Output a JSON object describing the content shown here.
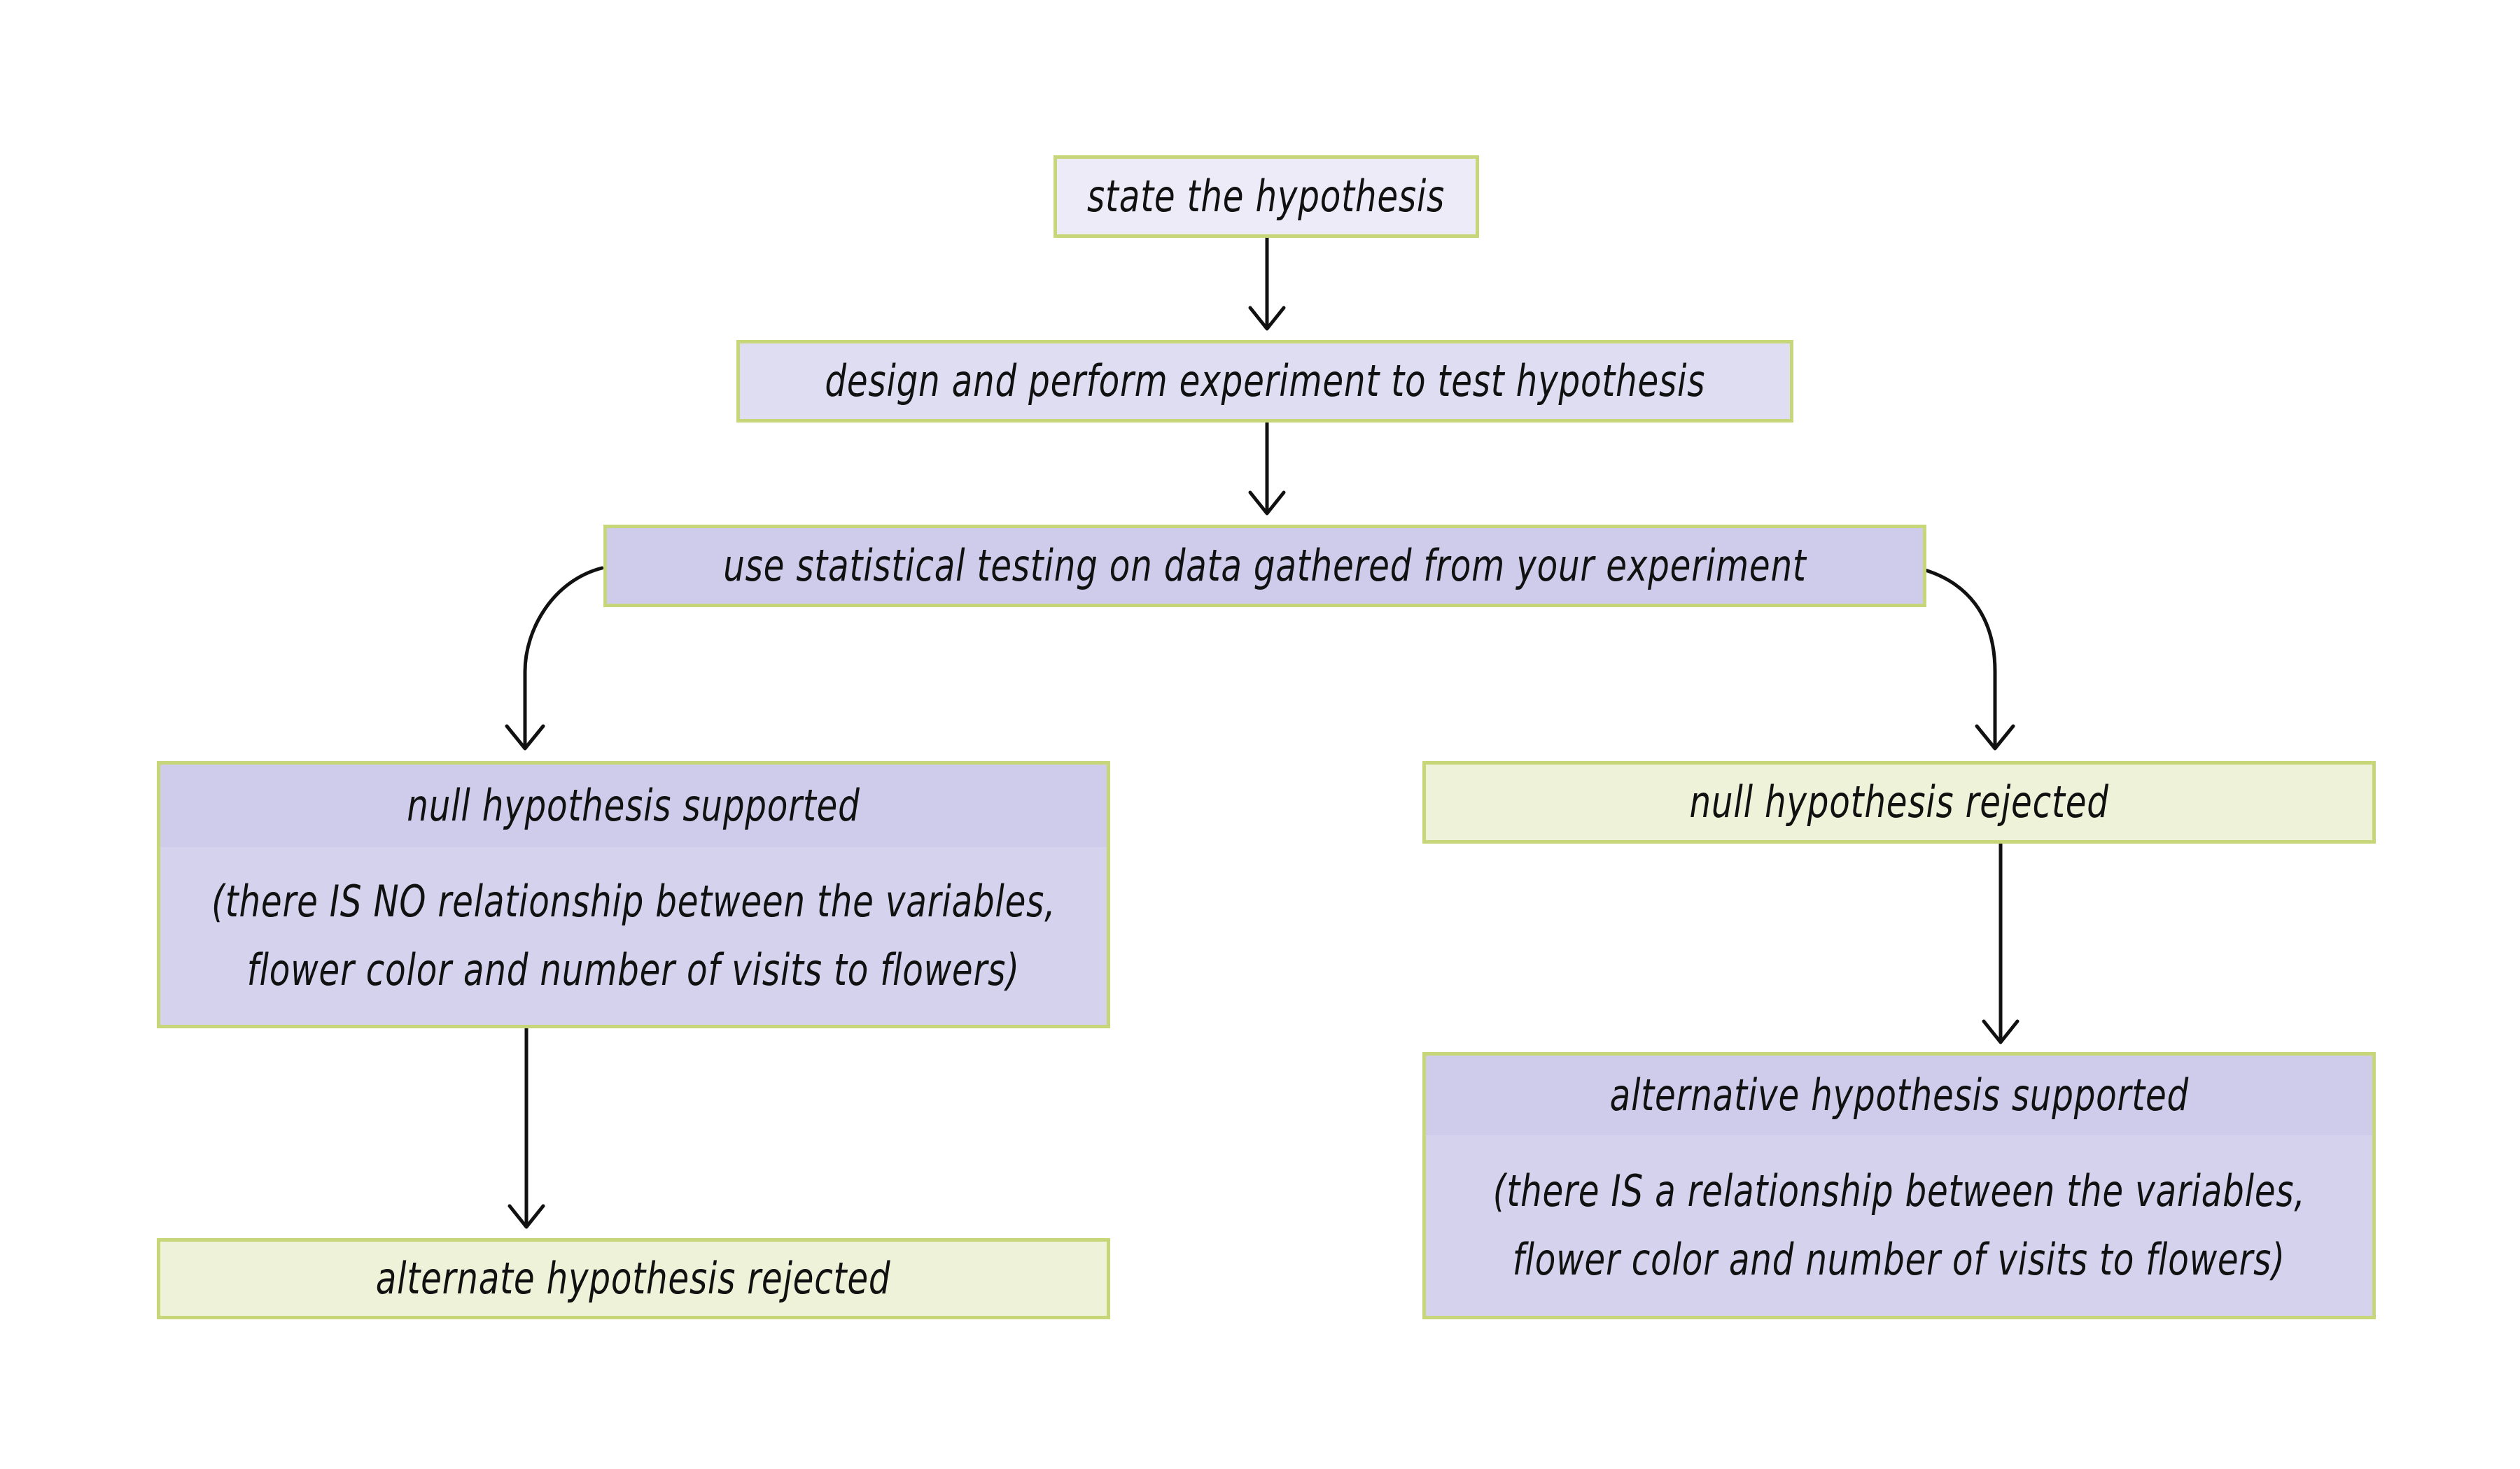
{
  "diagram": {
    "type": "flowchart",
    "colors": {
      "border": "#c8d67a",
      "box_light_lavender": "#ecebf7",
      "box_lavender": "#dfddf2",
      "box_purple": "#cfcceb",
      "box_green": "#eef2d9",
      "arrow": "#111111"
    },
    "nodes": {
      "state": {
        "text": "state the hypothesis"
      },
      "design": {
        "text": "design and perform experiment to test hypothesis"
      },
      "stats": {
        "text": "use statistical testing on data gathered from your experiment"
      },
      "null_supported": {
        "title": "null hypothesis supported",
        "line1": "(there IS NO relationship between the variables,",
        "line2": "flower color and number of visits to flowers)"
      },
      "null_rejected": {
        "text": "null hypothesis rejected"
      },
      "alt_rejected": {
        "text": "alternate hypothesis rejected"
      },
      "alt_supported": {
        "title": "alternative hypothesis supported",
        "line1": "(there IS a relationship between the variables,",
        "line2": "flower color and number of visits to flowers)"
      }
    },
    "edges": [
      {
        "from": "state",
        "to": "design"
      },
      {
        "from": "design",
        "to": "stats"
      },
      {
        "from": "stats",
        "to": "null_supported"
      },
      {
        "from": "stats",
        "to": "null_rejected"
      },
      {
        "from": "null_supported",
        "to": "alt_rejected"
      },
      {
        "from": "null_rejected",
        "to": "alt_supported"
      }
    ]
  }
}
